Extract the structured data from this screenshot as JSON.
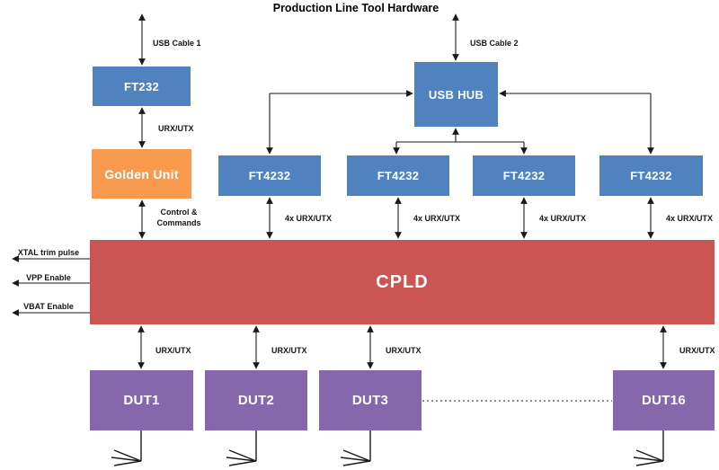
{
  "title": "Production Line Tool Hardware",
  "colors": {
    "blue": "#4F82BE",
    "orange": "#F79A4D",
    "red": "#CB5553",
    "purple": "#8667AC",
    "line": "#1A1A1A"
  },
  "boxes": {
    "ft232": "FT232",
    "golden_unit": "Golden Unit",
    "usb_hub": "USB HUB",
    "ft4232": [
      "FT4232",
      "FT4232",
      "FT4232",
      "FT4232"
    ],
    "cpld": "CPLD",
    "duts": [
      "DUT1",
      "DUT2",
      "DUT3",
      "DUT16"
    ]
  },
  "edge_labels": {
    "usb_cable_1": "USB Cable 1",
    "usb_cable_2": "USB Cable 2",
    "urx_utx": "URX/UTX",
    "control_commands": "Control &\nCommands",
    "urx_utx_4x": [
      "4x URX/UTX",
      "4x URX/UTX",
      "4x URX/UTX",
      "4x URX/UTX"
    ],
    "urx_utx_dut": [
      "URX/UTX",
      "URX/UTX",
      "URX/UTX",
      "URX/UTX"
    ],
    "xtal_trim_pulse": "XTAL trim pulse",
    "vpp_enable": "VPP Enable",
    "vbat_enable": "VBAT Enable"
  }
}
